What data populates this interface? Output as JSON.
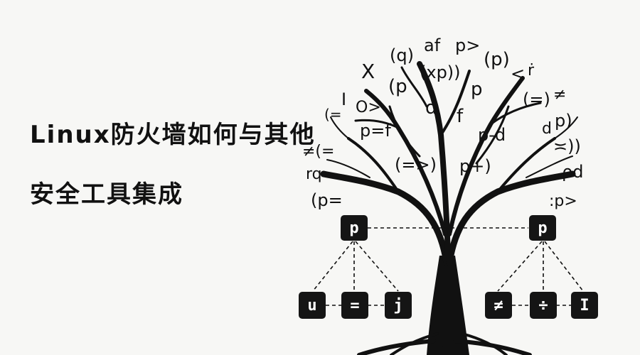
{
  "heading": {
    "line1": "Linux防火墙如何与其他",
    "line2": "安全工具集成"
  },
  "tree": {
    "left_parent": "p",
    "left_children": [
      "u",
      "=",
      "j"
    ],
    "right_parent": "p",
    "right_children": [
      "≠",
      "÷",
      "I"
    ],
    "canopy_glyphs": [
      "(q)",
      "af",
      "p>",
      "(p)",
      "X",
      "(xp))",
      "<",
      "(p",
      "p",
      "(=)",
      "≠",
      "I",
      "O>",
      "d",
      "f",
      "p)",
      "(=",
      "p=f",
      "p-d",
      "d",
      "≠(=",
      "(=>)",
      "p+)",
      "≍))",
      "rq",
      "ρd",
      "(p=",
      ":p>",
      "ṙ"
    ],
    "colors": {
      "ink": "#111111",
      "box": "#151515",
      "box_text": "#ffffff",
      "background": "#f7f7f5"
    }
  }
}
